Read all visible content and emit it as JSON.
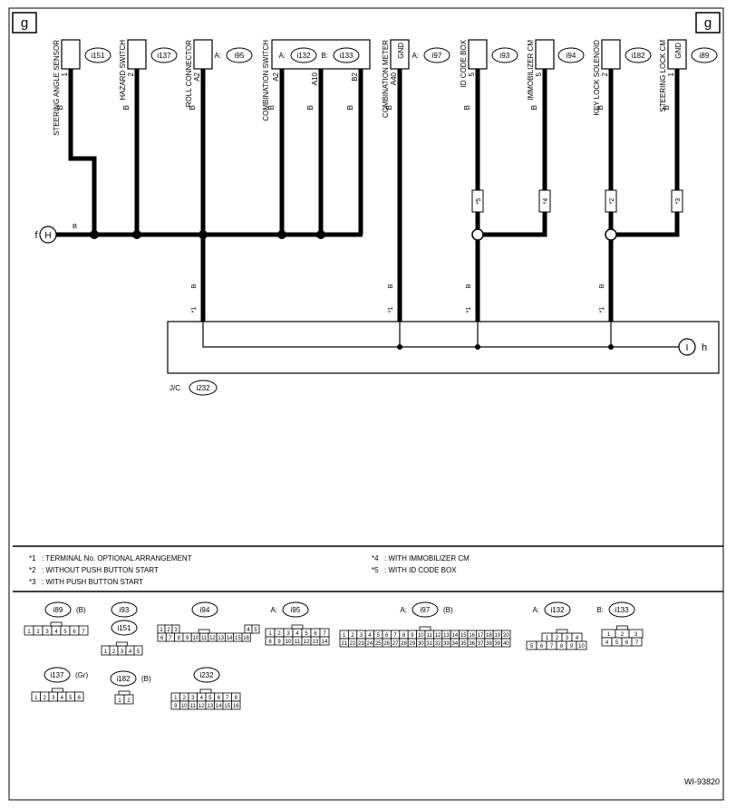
{
  "page_ref": "g",
  "figure_id": "WI-93820",
  "left_connector": "f",
  "left_connector_badge": "H",
  "right_connector": "h",
  "right_connector_badge": "I",
  "bus_wire_color": "B",
  "components": [
    {
      "name": "STEERING ANGLE SENSOR",
      "pin": "1",
      "wire": "B",
      "connector": "i151"
    },
    {
      "name": "HAZARD SWITCH",
      "pin": "2",
      "wire": "B",
      "connector": "i137"
    },
    {
      "name": "ROLL CONNECTOR",
      "pin": "A2",
      "wire": "B",
      "connector": "i95",
      "conn_prefix": "A:"
    },
    {
      "name": "COMBINATION SWITCH",
      "pins": [
        "A2",
        "A10",
        "B2"
      ],
      "wire": "B",
      "connector_a": "i132",
      "connector_b": "i133",
      "prefix_a": "A:",
      "prefix_b": "B:"
    },
    {
      "name": "COMBINATION METER",
      "pin": "A40",
      "wire": "B",
      "connector": "i97",
      "conn_prefix": "A:",
      "gnd": "GND"
    },
    {
      "name": "ID CODE BOX",
      "pin": "5",
      "wire": "B",
      "connector": "i93"
    },
    {
      "name": "IMMOBILIZER CM",
      "pin": "5",
      "wire": "B",
      "connector": "i94"
    },
    {
      "name": "KEY LOCK SOLENOID",
      "pin": "2",
      "wire": "B",
      "connector": "i182"
    },
    {
      "name": "STEERING LOCK CM",
      "pin": "1",
      "wire": "B",
      "connector": "i89",
      "gnd": "GND"
    }
  ],
  "markers": [
    "*5",
    "*4",
    "*2",
    "*3"
  ],
  "jc_star": "*1",
  "jc_label": "J/C",
  "jc_connector": "i232",
  "notes_left": [
    {
      "key": "*1",
      "text": ": TERMINAL No. OPTIONAL ARRANGEMENT"
    },
    {
      "key": "*2",
      "text": ": WITHOUT PUSH BUTTON START"
    },
    {
      "key": "*3",
      "text": ": WITH PUSH BUTTON START"
    }
  ],
  "notes_right": [
    {
      "key": "*4",
      "text": ": WITH IMMOBILIZER CM"
    },
    {
      "key": "*5",
      "text": ": WITH ID CODE BOX"
    }
  ],
  "connector_views": [
    {
      "id": "i89",
      "color": "(B)",
      "rows": [
        [
          "1",
          "2",
          "3",
          "4",
          "5",
          "6",
          "7"
        ]
      ]
    },
    {
      "id": "i93",
      "color": "",
      "rows": []
    },
    {
      "id": "i151",
      "color": "",
      "rows": [
        [
          "1",
          "2",
          "3",
          "4",
          "5"
        ]
      ]
    },
    {
      "id": "i94",
      "color": "",
      "rows": [
        [
          "1",
          "2",
          "3",
          "",
          "",
          "",
          "",
          "",
          "",
          "",
          "",
          "",
          "4",
          "5"
        ],
        [
          "6",
          "7",
          "8",
          "9",
          "10",
          "11",
          "12",
          "13",
          "14",
          "15",
          "16"
        ]
      ]
    },
    {
      "id": "i95",
      "prefix": "A:",
      "color": "",
      "rows": [
        [
          "1",
          "2",
          "3",
          "4",
          "5",
          "6",
          "7"
        ],
        [
          "8",
          "9",
          "10",
          "11",
          "12",
          "13",
          "14"
        ]
      ]
    },
    {
      "id": "i97",
      "prefix": "A:",
      "color": "(B)",
      "rows": [
        [
          "1",
          "2",
          "3",
          "4",
          "5",
          "6",
          "7",
          "8",
          "9",
          "10",
          "11",
          "12",
          "13",
          "14",
          "15",
          "16",
          "17",
          "18",
          "19",
          "20"
        ],
        [
          "21",
          "22",
          "23",
          "24",
          "25",
          "26",
          "27",
          "28",
          "29",
          "30",
          "31",
          "32",
          "33",
          "34",
          "35",
          "36",
          "37",
          "38",
          "39",
          "40"
        ]
      ]
    },
    {
      "id": "i132",
      "prefix": "A:",
      "color": "",
      "rows": [
        [
          "1",
          "2",
          "3",
          "4"
        ],
        [
          "5",
          "6",
          "7",
          "8",
          "9",
          "10"
        ]
      ]
    },
    {
      "id": "i133",
      "prefix": "B:",
      "color": "",
      "rows": [
        [
          "1",
          "2",
          "3"
        ],
        [
          "4",
          "5",
          "6",
          "7"
        ]
      ]
    },
    {
      "id": "i137",
      "color": "(Gr)",
      "rows": [
        [
          "1",
          "2",
          "3",
          "4",
          "5",
          "6"
        ]
      ]
    },
    {
      "id": "i182",
      "color": "(B)",
      "rows": [
        [
          "1",
          "2"
        ]
      ]
    },
    {
      "id": "i232",
      "color": "",
      "rows": [
        [
          "1",
          "2",
          "3",
          "4",
          "5",
          "6",
          "7",
          "8"
        ],
        [
          "9",
          "10",
          "11",
          "12",
          "13",
          "14",
          "15",
          "16"
        ]
      ]
    }
  ]
}
